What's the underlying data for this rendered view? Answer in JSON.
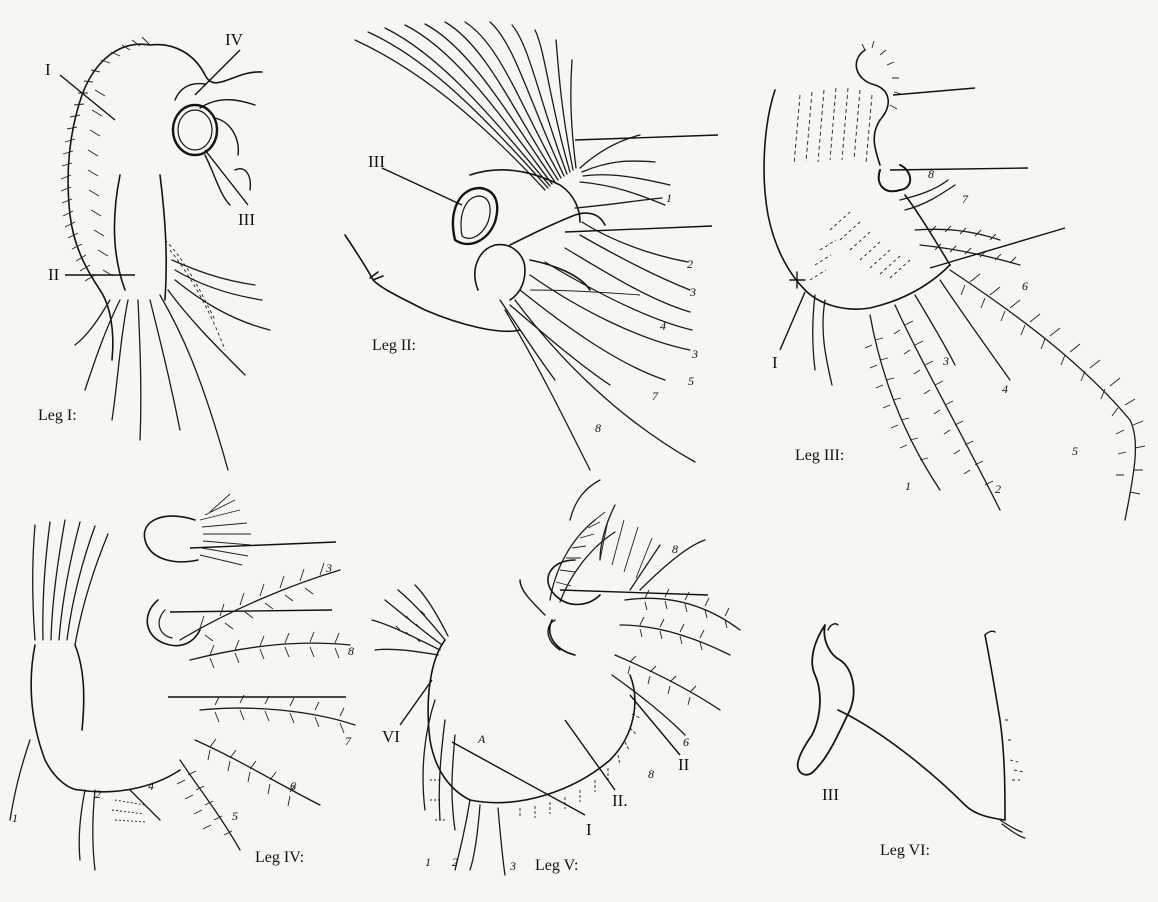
{
  "plate": {
    "background": "#f7f6f2",
    "ink": "#141414"
  },
  "panels": {
    "leg1": {
      "caption": "Leg I:",
      "labels": {
        "I": "I",
        "II": "II",
        "III": "III",
        "IV": "IV"
      }
    },
    "leg2": {
      "caption": "Leg II:",
      "labels": {
        "III": "III"
      },
      "setae": [
        "1",
        "2",
        "3",
        "4",
        "3",
        "5",
        "7",
        "8"
      ]
    },
    "leg3": {
      "caption": "Leg III:",
      "labels": {
        "I": "I"
      },
      "setae": [
        "8",
        "7",
        "6",
        "3",
        "4",
        "5",
        "1",
        "2"
      ]
    },
    "leg4": {
      "caption": "Leg IV:",
      "setae": [
        "3",
        "8",
        "7",
        "1",
        "2",
        "4",
        "5",
        "6"
      ]
    },
    "leg5": {
      "caption": "Leg V:",
      "labels": {
        "VI": "VI",
        "II": "II",
        "I": "I",
        "II2": "II."
      },
      "setae": [
        "8",
        "6",
        "8",
        "A",
        "1",
        "2",
        "3"
      ]
    },
    "leg6": {
      "caption": "Leg VI:",
      "labels": {
        "III": "III"
      }
    }
  }
}
